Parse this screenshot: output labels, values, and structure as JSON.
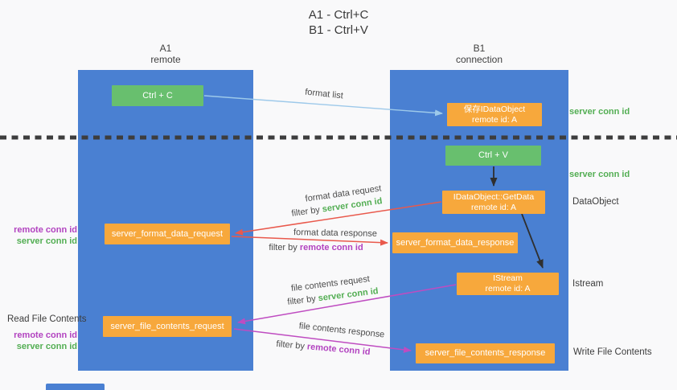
{
  "title": {
    "line1": "A1 - Ctrl+C",
    "line2": "B1 - Ctrl+V"
  },
  "columns": {
    "a": {
      "label": "A1",
      "sublabel": "remote"
    },
    "b": {
      "label": "B1",
      "sublabel": "connection"
    }
  },
  "nodes": {
    "ctrl_c": {
      "label": "Ctrl + C"
    },
    "save_dataobject": {
      "line1": "保存IDataObject",
      "line2": "remote id: A"
    },
    "ctrl_v": {
      "label": "Ctrl + V"
    },
    "getdata": {
      "line1": "IDataObject::GetData",
      "line2": "remote id: A"
    },
    "istream": {
      "line1": "IStream",
      "line2": "remote id: A"
    },
    "server_format_data_request": {
      "label": "server_format_data_request"
    },
    "server_format_data_response": {
      "label": "server_format_data_response"
    },
    "server_file_contents_request": {
      "label": "server_file_contents_request"
    },
    "server_file_contents_response": {
      "label": "server_file_contents_response"
    }
  },
  "side_labels": {
    "server_conn_id_top": "server conn id",
    "server_conn_id_mid": "server conn id",
    "dataobject": "DataObject",
    "istream": "Istream",
    "write_file_contents": "Write File Contents",
    "read_file_contents": "Read File Contents",
    "remote_conn_id_left_mid": "remote conn id",
    "server_conn_id_left_mid": "server conn id",
    "remote_conn_id_left_bottom": "remote conn id",
    "server_conn_id_left_bottom": "server conn id"
  },
  "edge_labels": {
    "format_list": "format list",
    "format_data_request": "format data request",
    "format_data_response": "format data response",
    "file_contents_request": "file contents request",
    "file_contents_response": "file contents response",
    "filter_by": "filter by",
    "server_conn_id": "server conn id",
    "remote_conn_id": "remote conn id"
  },
  "colors": {
    "column_blue": "#4a80d2",
    "node_green": "#68bf6e",
    "node_orange": "#f7a83c",
    "label_green": "#53ae53",
    "label_purple": "#b243c0",
    "arrow_blue": "#9dc9ea",
    "arrow_red": "#e9594c",
    "arrow_magenta": "#bf4cc1",
    "arrow_black": "#2f2f2f",
    "background": "#f9f9fa"
  }
}
